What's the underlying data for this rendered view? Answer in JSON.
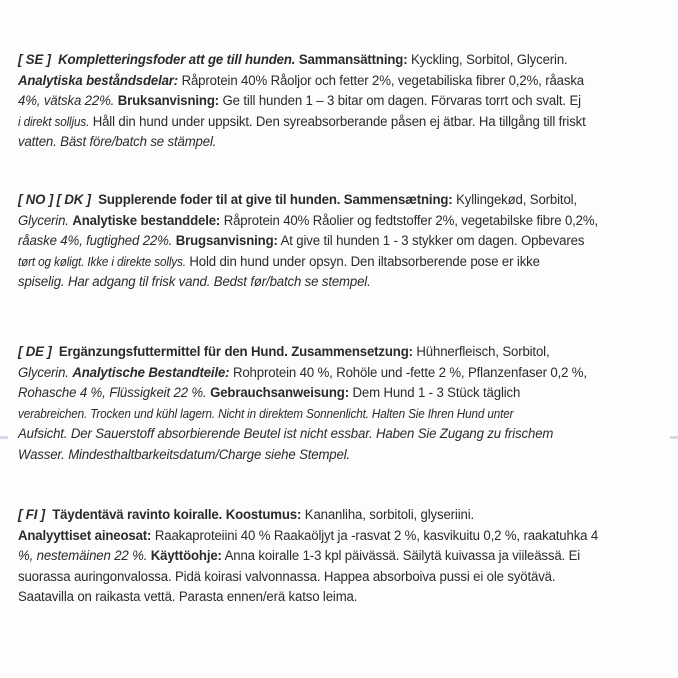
{
  "se": {
    "tag": "[ SE ]",
    "intro": "Kompletteringsfoder att ge till hunden.",
    "comp_label": "Sammansättning:",
    "comp": "Kyckling, Sorbitol, Glycerin.",
    "anal_label": "Analytiska beståndsdelar:",
    "anal": "Råprotein 40% Råoljor och fetter 2%, vegetabiliska fibrer 0,2%, råaska",
    "anal_cont": "4%, vätska 22%.",
    "usage_label": "Bruksanvisning:",
    "usage": "Ge till hunden 1 – 3 bitar om dagen. Förvaras torrt och svalt. Ej",
    "usage_cont_small": "i direkt solljus.",
    "usage_cont": "Håll din hund under uppsikt. Den syreabsorberande påsen ej ätbar. Ha tillgång till friskt",
    "usage_end": "vatten. Bäst före/batch se stämpel."
  },
  "no": {
    "tag": "[ NO ] [ DK ]",
    "intro": "Supplerende foder til at give til hunden.",
    "comp_label": "Sammensætning:",
    "comp": "Kyllingekød, Sorbitol,",
    "comp_cont": "Glycerin.",
    "anal_label": "Analytiske bestanddele:",
    "anal": "Råprotein 40% Råolier og fedtstoffer 2%, vegetabilske fibre 0,2%,",
    "anal_cont": "råaske 4%, fugtighed 22%.",
    "usage_label": "Brugsanvisning:",
    "usage": "At give til hunden 1 - 3 stykker om dagen. Opbevares",
    "usage_cont_small": "tørt og køligt. Ikke i direkte sollys.",
    "usage_cont": "Hold din hund under opsyn. Den iltabsorberende pose er ikke",
    "usage_end": "spiselig. Har adgang til frisk vand. Bedst før/batch se stempel."
  },
  "de": {
    "tag": "[ DE ]",
    "intro": "Ergänzungsfuttermittel für den Hund.",
    "comp_label": "Zusammensetzung:",
    "comp": "Hühnerfleisch, Sorbitol,",
    "comp_cont": "Glycerin.",
    "anal_label": "Analytische Bestandteile:",
    "anal": "Rohprotein 40 %, Rohöle und -fette 2 %, Pflanzenfaser 0,2 %,",
    "anal_cont": "Rohasche 4 %, Flüssigkeit 22 %.",
    "usage_label": "Gebrauchsanweisung:",
    "usage": "Dem Hund 1 - 3 Stück täglich",
    "usage_cont_small": "verabreichen. Trocken und kühl lagern. Nicht in direktem Sonnenlicht. Halten Sie Ihren Hund unter",
    "usage_cont": "Aufsicht. Der Sauerstoff absorbierende Beutel ist nicht essbar. Haben Sie Zugang zu frischem",
    "usage_end": "Wasser. Mindesthaltbarkeitsdatum/Charge siehe Stempel."
  },
  "fi": {
    "tag": "[ FI ]",
    "intro": "Täydentävä ravinto koiralle.",
    "comp_label": "Koostumus:",
    "comp": "Kananliha, sorbitoli, glyseriini.",
    "anal_label": "Analyyttiset aineosat:",
    "anal": "Raakaproteiini 40 % Raakaöljyt ja -rasvat 2 %, kasvikuitu 0,2 %, raakatuhka 4",
    "anal_cont": "%, nestemäinen 22 %.",
    "usage_label": "Käyttöohje:",
    "usage": "Anna koiralle 1-3 kpl päivässä. Säilytä kuivassa ja viileässä. Ei",
    "usage_cont_small": "suorassa auringonvalossa.",
    "usage_cont": "Pidä koirasi valvonnassa. Happea absorboiva pussi ei ole syötävä.",
    "usage_end": "Saatavilla on raikasta vettä. Parasta ennen/erä katso leima."
  }
}
